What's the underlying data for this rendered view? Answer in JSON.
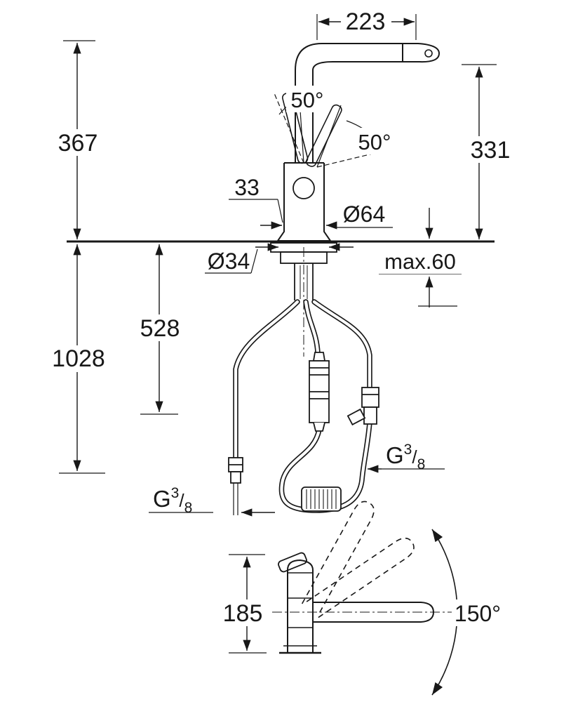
{
  "colors": {
    "ink": "#181818",
    "background": "#ffffff"
  },
  "labels": {
    "dim_223": "223",
    "dim_367": "367",
    "dim_331": "331",
    "angle_50_a": "50°",
    "angle_50_b": "50°",
    "dim_33": "33",
    "dia_64": "Ø64",
    "dia_34": "Ø34",
    "max_60": "max.60",
    "dim_528": "528",
    "dim_1028": "1028",
    "thread_right": {
      "g": "G",
      "num": "3",
      "slash": "/",
      "den": "8"
    },
    "thread_left": {
      "g": "G",
      "num": "3",
      "slash": "/",
      "den": "8"
    },
    "dim_185": "185",
    "angle_150": "150°"
  }
}
